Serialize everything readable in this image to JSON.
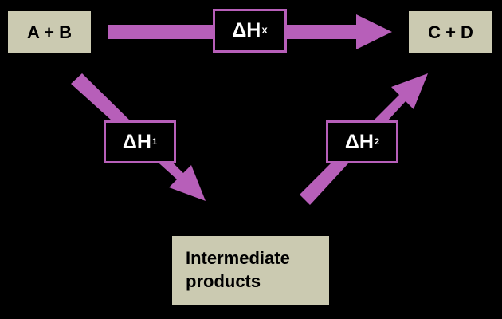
{
  "nodes": {
    "reactants": "A + B",
    "products": "C + D",
    "intermediate_line1": "Intermediate",
    "intermediate_line2": "products"
  },
  "labels": {
    "direct": {
      "symbol": "ΔH",
      "subscript": "X"
    },
    "step1": {
      "symbol": "ΔH",
      "subscript": "1"
    },
    "step2": {
      "symbol": "ΔH",
      "subscript": "2"
    }
  },
  "colors": {
    "background": "#000000",
    "arrow": "#b75fb9",
    "box_fill": "#cbcab1",
    "label_border": "#b75fb9",
    "label_text": "#ffffff"
  }
}
